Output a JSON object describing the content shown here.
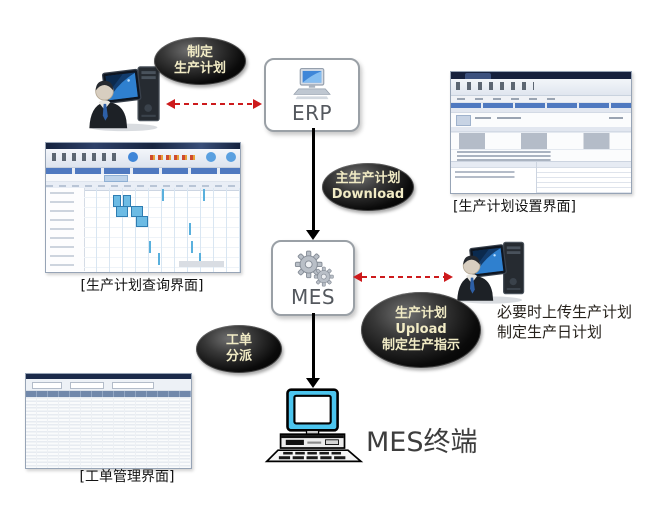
{
  "callouts": {
    "make_plan": {
      "lines": [
        "制定",
        "生产计划"
      ]
    },
    "mps_download": {
      "lines": [
        "主生产计划",
        "Download"
      ]
    },
    "plan_upload": {
      "lines": [
        "生产计划",
        "Upload",
        "制定生产指示"
      ]
    },
    "work_order": {
      "lines": [
        "工单",
        "分派"
      ]
    }
  },
  "nodes": {
    "erp": "ERP",
    "mes": "MES",
    "terminal": "MES终端"
  },
  "captions": {
    "plan_setting": "[生产计划设置界面]",
    "plan_query": "[生产计划查询界面]",
    "work_order": "[工单管理界面]"
  },
  "notes": {
    "upload": [
      "必要时上传生产计划",
      "制定生产日计划"
    ]
  },
  "colors": {
    "arrow_red": "#cd1a1c",
    "arrow_black": "#000000",
    "callout_text": "#f1ebc5",
    "terminal_screen_cyan": "#4cc5ee",
    "gantt_bar_blue": "#59b0dd"
  }
}
